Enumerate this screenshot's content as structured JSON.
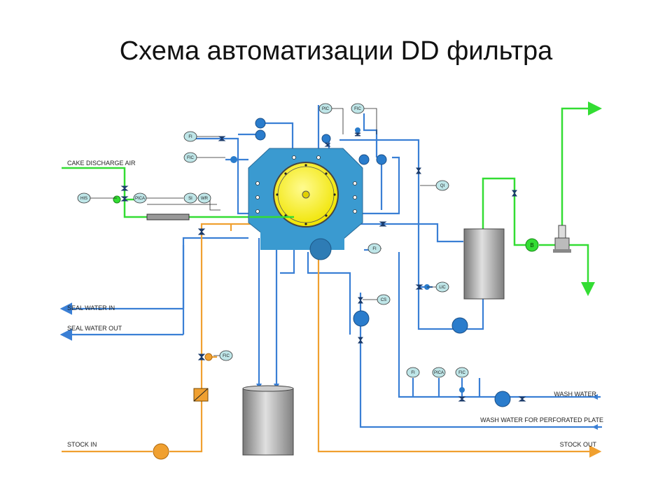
{
  "title": "Схема автоматизации DD фильтра",
  "stream_labels": {
    "cake_discharge_air": "CAKE DISCHARGE AIR",
    "seal_water_in": "SEAL WATER IN",
    "seal_water_out": "SEAL WATER OUT",
    "stock_in": "STOCK IN",
    "wash_water": "WASH WATER",
    "wash_water_plate": "WASH WATER FOR PERFORATED PLATE",
    "stock_out": "STOCK OUT"
  },
  "instrument_tags": {
    "pic_top": "PIC",
    "fic_top": "FIC",
    "fi_left": "FI",
    "fic_left": "FIC",
    "his": "HIS",
    "pica": "PICA",
    "si": "SI",
    "wr": "WR",
    "qi": "QI",
    "fi_right": "FI",
    "cs": "CS",
    "lic": "LIC",
    "fic_low": "FIC",
    "fi_wash": "FI",
    "pica_wash": "PICA",
    "fic_wash": "FIC"
  },
  "colors": {
    "water": "#3a7fd5",
    "air": "#33dd33",
    "stock": "#f0a030",
    "filter_body": "#3a9ad0",
    "drum": "#f5ee00",
    "instrument": "#bfe6e8",
    "pump_blue": "#2a7ccc"
  }
}
